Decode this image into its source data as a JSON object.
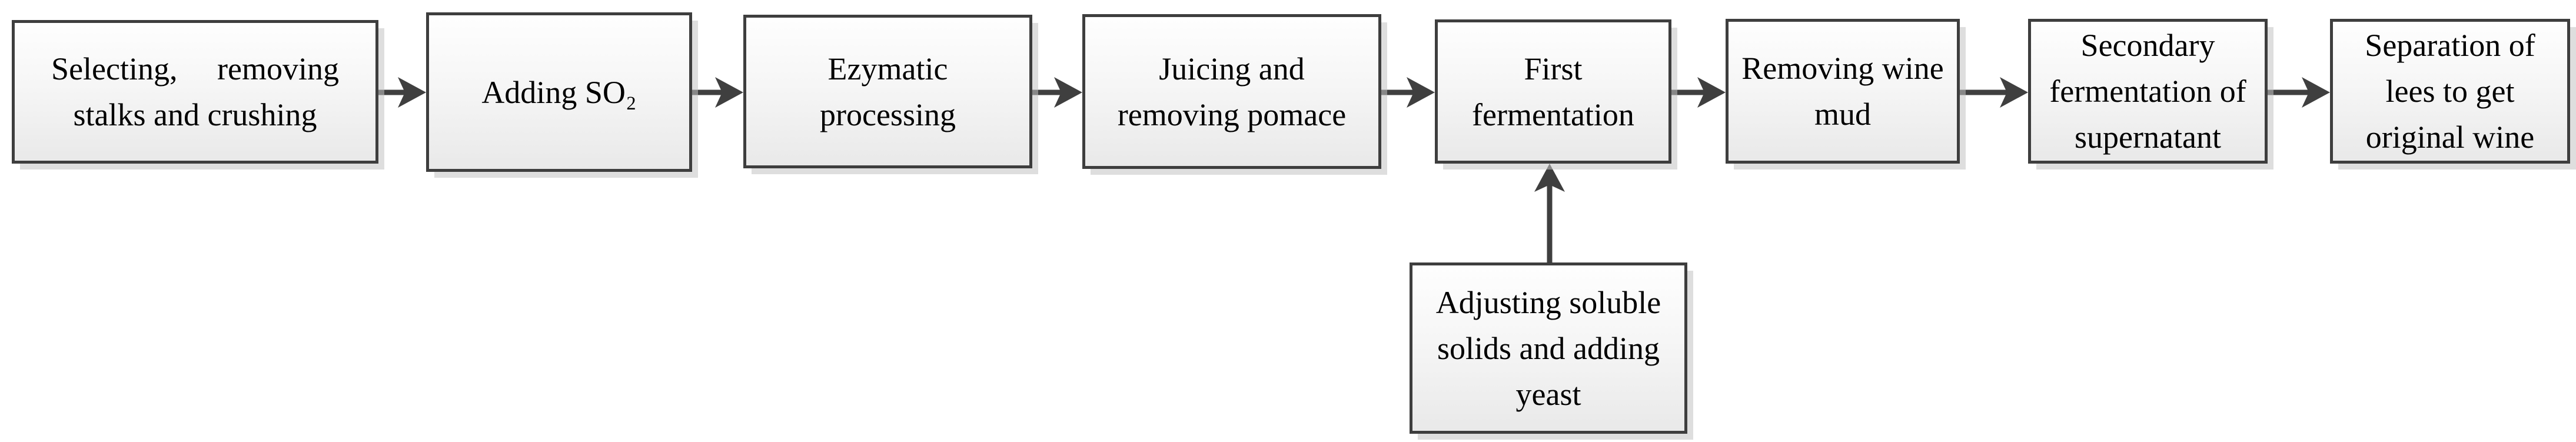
{
  "diagram": {
    "type": "flowchart",
    "background_color": "#ffffff",
    "colors": {
      "box_border": "#3e3e3e",
      "box_fill_top": "#fefefe",
      "box_fill_bottom": "#e9e9e9",
      "box_shadow": "#c3c3c3",
      "arrow": "#3f3f3f",
      "text": "#000000"
    },
    "steps": [
      {
        "name": "selecting-removing-stalks-crushing",
        "label": "Selecting,     removing\nstalks and crushing"
      },
      {
        "name": "adding-so2",
        "label": "Adding SO₂"
      },
      {
        "name": "ezymatic-processing",
        "label": "Ezymatic\nprocessing"
      },
      {
        "name": "juicing-removing-pomace",
        "label": "Juicing and\nremoving pomace"
      },
      {
        "name": "first-fermentation",
        "label": "First\nfermentation"
      },
      {
        "name": "removing-wine-mud",
        "label": "Removing wine\nmud"
      },
      {
        "name": "secondary-fermentation-supernatant",
        "label": "Secondary\nfermentation of\nsupernatant"
      },
      {
        "name": "separation-of-lees",
        "label": "Separation of\nlees to get\noriginal wine"
      },
      {
        "name": "adjusting-soluble-solids-adding-yeast",
        "label": "Adjusting soluble\nsolids and adding\nyeast"
      }
    ],
    "connectors": [
      {
        "from": "selecting-removing-stalks-crushing",
        "to": "adding-so2",
        "direction": "right"
      },
      {
        "from": "adding-so2",
        "to": "ezymatic-processing",
        "direction": "right"
      },
      {
        "from": "ezymatic-processing",
        "to": "juicing-removing-pomace",
        "direction": "right"
      },
      {
        "from": "juicing-removing-pomace",
        "to": "first-fermentation",
        "direction": "right"
      },
      {
        "from": "first-fermentation",
        "to": "removing-wine-mud",
        "direction": "right"
      },
      {
        "from": "removing-wine-mud",
        "to": "secondary-fermentation-supernatant",
        "direction": "right"
      },
      {
        "from": "secondary-fermentation-supernatant",
        "to": "separation-of-lees",
        "direction": "right"
      },
      {
        "from": "adjusting-soluble-solids-adding-yeast",
        "to": "first-fermentation",
        "direction": "up"
      }
    ]
  }
}
